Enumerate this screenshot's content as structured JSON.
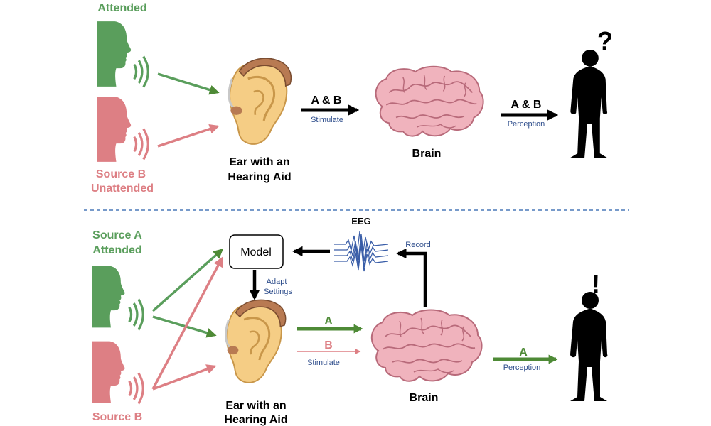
{
  "top": {
    "source_a_label": "Attended",
    "source_b_label_1": "Source B",
    "source_b_label_2": "Unattended",
    "ear_label_1": "Ear with an",
    "ear_label_2": "Hearing Aid",
    "arrow1_text": "A & B",
    "arrow1_sub": "Stimulate",
    "brain_label": "Brain",
    "arrow2_text": "A & B",
    "arrow2_sub": "Perception",
    "person_symbol": "?"
  },
  "bottom": {
    "source_a_label_1": "Source A",
    "source_a_label_2": "Attended",
    "source_b_label": "Source B",
    "model_label": "Model",
    "adapt_label_1": "Adapt",
    "adapt_label_2": "Settings",
    "eeg_label": "EEG",
    "record_label": "Record",
    "ear_label_1": "Ear with an",
    "ear_label_2": "Hearing Aid",
    "arrow_a_text": "A",
    "arrow_b_text": "B",
    "stimulate_label": "Stimulate",
    "brain_label": "Brain",
    "perception_text": "A",
    "perception_sub": "Perception",
    "person_symbol": "!"
  },
  "colors": {
    "green": "#5a9e5c",
    "red": "#dd7f84",
    "dark_green": "#4e8a36",
    "blue_text": "#2f4e8c",
    "black": "#000000",
    "divider": "#4a79b8",
    "brain_fill": "#f0b3bd",
    "brain_stroke": "#b86a7a",
    "ear_fill": "#f5cd85",
    "aid_fill": "#b87a52"
  }
}
